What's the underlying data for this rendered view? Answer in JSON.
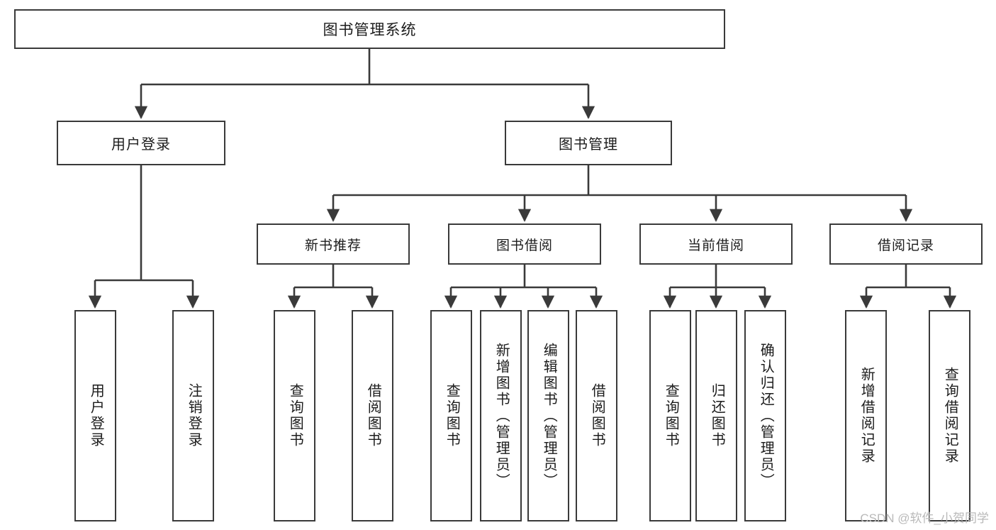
{
  "diagram": {
    "type": "tree",
    "title": "图书管理系统",
    "root": {
      "label": "图书管理系统"
    },
    "level1": [
      {
        "label": "用户登录"
      },
      {
        "label": "图书管理"
      }
    ],
    "level2": [
      {
        "label": "新书推荐"
      },
      {
        "label": "图书借阅"
      },
      {
        "label": "当前借阅"
      },
      {
        "label": "借阅记录"
      }
    ],
    "leaves": {
      "user_login": [
        {
          "label": "用户登录"
        },
        {
          "label": "注销登录"
        }
      ],
      "new_book_recommend": [
        {
          "label": "查询图书"
        },
        {
          "label": "借阅图书"
        }
      ],
      "book_borrow": [
        {
          "label": "查询图书"
        },
        {
          "label": "新增图书（管理员）"
        },
        {
          "label": "编辑图书（管理员）"
        },
        {
          "label": "借阅图书"
        }
      ],
      "current_borrow": [
        {
          "label": "查询图书"
        },
        {
          "label": "归还图书"
        },
        {
          "label": "确认归还（管理员）"
        }
      ],
      "borrow_record": [
        {
          "label": "新增借阅记录"
        },
        {
          "label": "查询借阅记录"
        }
      ]
    }
  },
  "watermark": {
    "text": "CSDN @软件_小贺同学"
  },
  "colors": {
    "stroke": "#3a3a3a",
    "text": "#1c1c1c",
    "background": "#ffffff",
    "watermark": "#b9b9b9"
  }
}
